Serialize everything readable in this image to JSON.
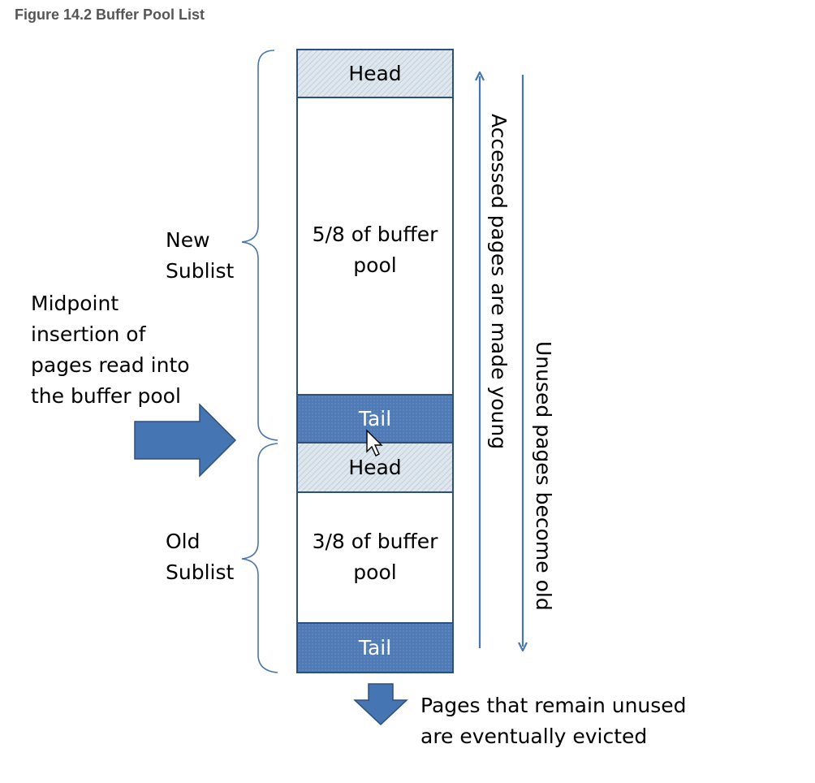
{
  "title": "Figure 14.2 Buffer Pool List",
  "new_sublist": {
    "label": "New\nSublist",
    "head": "Head",
    "body": "5/8 of buffer\npool",
    "tail": "Tail"
  },
  "old_sublist": {
    "label": "Old\nSublist",
    "head": "Head",
    "body": "3/8 of buffer\npool",
    "tail": "Tail"
  },
  "midpoint_note": "Midpoint\ninsertion of\npages read into\nthe buffer pool",
  "accessed_note": "Accessed pages are made young",
  "unused_note": "Unused pages become old",
  "evicted_note": "Pages that remain unused\nare eventually evicted",
  "colors": {
    "head_fill": "#d3dde6",
    "tail_fill": "#4e7ab5",
    "border": "#2d4f7c",
    "arrow": "#4675b4"
  }
}
